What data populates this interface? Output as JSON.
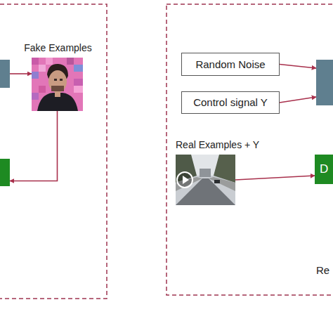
{
  "diagram": {
    "nodes": [
      {
        "text": []
      },
      {
        "text": [
          "Fake Examples"
        ]
      },
      {
        "text": []
      },
      {
        "text": [
          "Random Noise"
        ]
      },
      {
        "text": [
          "Control signal Y"
        ]
      },
      {
        "text": []
      },
      {
        "text": [
          "Real Examples + Y"
        ]
      },
      {
        "text": [
          "D"
        ]
      }
    ],
    "edges": [
      {
        "from": 0,
        "to": 1,
        "arrow": "to"
      },
      {
        "from": 1,
        "to": 2,
        "arrow": "to"
      },
      {
        "from": 3,
        "to": 5,
        "arrow": "to"
      },
      {
        "from": 4,
        "to": 5,
        "arrow": "to"
      },
      {
        "from": 6,
        "to": 7,
        "arrow": "to"
      }
    ],
    "labels": [
      "Re"
    ]
  }
}
